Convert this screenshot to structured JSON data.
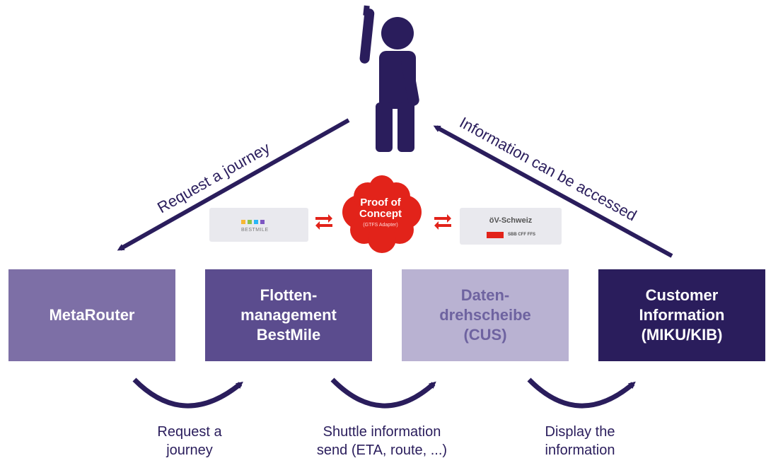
{
  "figure": {
    "arrow_left_label": "Request a journey",
    "arrow_right_label": "Information can be accessed"
  },
  "boxes": [
    {
      "label": "MetaRouter",
      "color": "#7d6fa6"
    },
    {
      "label": "Flotten-\nmanagement\nBestMile",
      "color": "#5b4c8e"
    },
    {
      "label": "Daten-\ndrehscheibe\n(CUS)",
      "color": "#b9b2d2"
    },
    {
      "label": "Customer\nInformation\n(MIKU/KIB)",
      "color": "#2a1d5c"
    }
  ],
  "center": {
    "cloud_title": "Proof of\nConcept",
    "cloud_subtitle": "(GTFS Adapter)",
    "left_logo_text": "BESTMILE",
    "right_logo_title": "öV-Schweiz",
    "right_logo_sub": "SBB CFF FFS"
  },
  "captions": [
    "Request a\njourney",
    "Shuttle information\nsend (ETA, route, ...)",
    "Display the\ninformation"
  ],
  "colors": {
    "dark_purple": "#2a1d5c",
    "cloud_red": "#e2231a"
  }
}
